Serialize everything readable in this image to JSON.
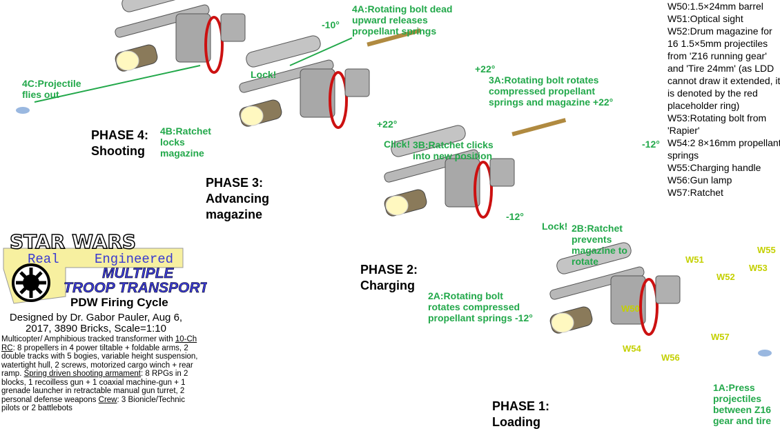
{
  "annotations": {
    "a4A": "4A:Rotating bolt dead\nupward releases\npropellant springs",
    "deg4": "-10°",
    "a4C": "4C:Projectile\nflies out",
    "lock4": "Lock!",
    "a4B": "4B:Ratchet\nlocks\nmagazine",
    "a3A": "3A:Rotating bolt rotates\ncompressed propellant\nsprings and magazine +22°",
    "deg3a": "+22°",
    "deg3b": "+22°",
    "click3": "Click!",
    "a3B": "3B:Ratchet clicks\ninto new position",
    "deg2a": "-12°",
    "deg2b": "-12°",
    "lock2": "Lock!",
    "a2B": "2B:Ratchet\nprevents\nmagazine to\nrotate",
    "a2A": "2A:Rotating bolt\nrotates compressed\npropellant springs -12°",
    "a1A": "1A:Press\nprojectiles\nbetween Z16\ngear and tire"
  },
  "phases": {
    "p4": "PHASE 4:\nShooting",
    "p3": "PHASE 3:\nAdvancing\nmagazine",
    "p2": "PHASE 2:\nCharging",
    "p1": "PHASE 1:\nLoading"
  },
  "part_labels": [
    "W55",
    "W51",
    "W53",
    "W52",
    "W50",
    "W57",
    "W54",
    "W56"
  ],
  "legend": [
    "W50:1.5×24mm barrel",
    "W51:Optical sight",
    "W52:Drum magazine for 16 1.5×5mm projectiles from 'Z16 running gear' and 'Tire 24mm' (as LDD cannot draw it extended, it is denoted by the red placeholder ring)",
    "W53:Rotating bolt from 'Rapier'",
    "W54:2 8×16mm propellant springs",
    "W55:Charging handle",
    "W56:Gun lamp",
    "W57:Ratchet"
  ],
  "logo": {
    "star_wars": "STAR WARS",
    "real": "Real",
    "engineered": "Engineered",
    "line1": "MULTIPLE",
    "line2": "TROOP TRANSPORT"
  },
  "title": "PDW Firing Cycle",
  "designer": "Designed by Dr. Gabor Pauler, Aug 6, 2017, 3890 Bricks, Scale=1:10",
  "description": {
    "intro": "Multicopter/ Amphibious tracked transformer with ",
    "rc": "10-Ch RC",
    "rc_rest": ": 8 propellers in 4 power tiltable + foldable arms, 2 double tracks with 5 bogies, variable height suspension, watertight hull, 2 screws, motorized cargo winch + rear ramp. ",
    "arm": "Spring driven shooting armament",
    "arm_rest": ": 8 RPGs in 2 blocks, 1 recoilless gun + 1 coaxial machine-gun + 1 grenade launcher in retractable manual gun turret, 2 personal defense weapons ",
    "crew": "Crew",
    "crew_rest": ": 3 Bionicle/Technic pilots or 2 battlebots"
  },
  "colors": {
    "annotation": "#22a84a",
    "part_label": "#c4d000",
    "magazine_ring": "#cc1111",
    "logo_blue": "#3a3ad0",
    "caliper": "#f7f0a0"
  }
}
